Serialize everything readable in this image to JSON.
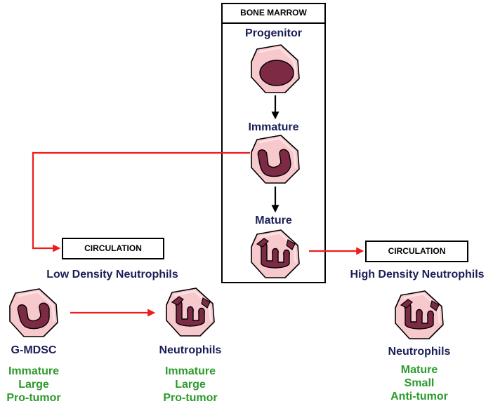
{
  "bone_marrow": {
    "title": "BONE MARROW",
    "stages": [
      "Progenitor",
      "Immature",
      "Mature"
    ]
  },
  "left": {
    "box": "CIRCULATION",
    "heading": "Low Density Neutrophils",
    "cell1": {
      "name": "G-MDSC",
      "traits": [
        "Immature",
        "Large",
        "Pro-tumor"
      ]
    },
    "cell2": {
      "name": "Neutrophils",
      "traits": [
        "Immature",
        "Large",
        "Pro-tumor"
      ]
    }
  },
  "right": {
    "box": "CIRCULATION",
    "heading": "High Density Neutrophils",
    "cell": {
      "name": "Neutrophils",
      "traits": [
        "Mature",
        "Small",
        "Anti-tumor"
      ]
    }
  },
  "colors": {
    "cell_fill": "#f7c9cd",
    "nucleus_fill": "#7d2a45",
    "arrow_red": "#ee1c1c",
    "label_navy": "#1a1f57",
    "trait_green": "#2d9a2d"
  }
}
